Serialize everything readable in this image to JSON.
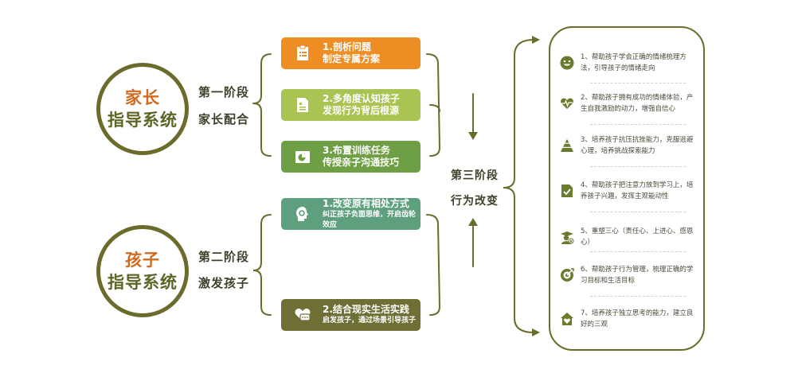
{
  "parent": {
    "line1": "家长",
    "line2": "指导系统",
    "stage": "第一阶段",
    "sub": "家长配合"
  },
  "child": {
    "line1": "孩子",
    "line2": "指导系统",
    "stage": "第二阶段",
    "sub": "激发孩子"
  },
  "stage3": {
    "title": "第三阶段",
    "sub": "行为改变"
  },
  "boxes": [
    {
      "line1": "1.剖析问题",
      "line2": "制定专属方案",
      "color": "#ef8d25",
      "icon": "clipboard-icon"
    },
    {
      "line1": "2.多角度认知孩子",
      "line2": "发现行为背后根源",
      "color": "#a9c452",
      "icon": "document-icon"
    },
    {
      "line1": "3.布置训练任务",
      "line2": "传授亲子沟通技巧",
      "color": "#6f9f45",
      "icon": "chart-icon"
    },
    {
      "line1": "1.改变原有相处方式",
      "line2": "纠正孩子负面思维，开启齿轮效应",
      "color": "#5e9f7e",
      "icon": "head-icon"
    },
    {
      "line1": "2.结合现实生活实践",
      "line2": "启发孩子，通过场景引导孩子",
      "color": "#6d6f34",
      "icon": "heart-chat-icon"
    }
  ],
  "results": [
    {
      "text": "1、帮助孩子学会正确的情绪梳理方法，引导孩子的情绪走向",
      "icon": "smile-icon"
    },
    {
      "text": "2、帮助孩子拥有成功的情绪体验，产生自我激励的动力，增强自信心",
      "icon": "heartbeat-icon"
    },
    {
      "text": "3、培养孩子抗压抗挫能力，克服逃避心理，培养挑战探索能力",
      "icon": "pyramid-icon"
    },
    {
      "text": "4、帮助孩子把注意力放到学习上，培养孩子兴趣，发挥主观能动性",
      "icon": "check-doc-icon"
    },
    {
      "text": "5、重塑三心（责任心、上进心、感恩心）",
      "icon": "graduate-icon"
    },
    {
      "text": "6、帮助孩子行为管理，梳理正确的学习目标和生活目标",
      "icon": "target-icon"
    },
    {
      "text": "7、培养孩子独立思考的能力，建立良好的三观",
      "icon": "house-icon"
    }
  ],
  "colors": {
    "olive": "#6b6b2c",
    "orange": "#cf6a1e",
    "iconGreen": "#6a7a2e"
  }
}
